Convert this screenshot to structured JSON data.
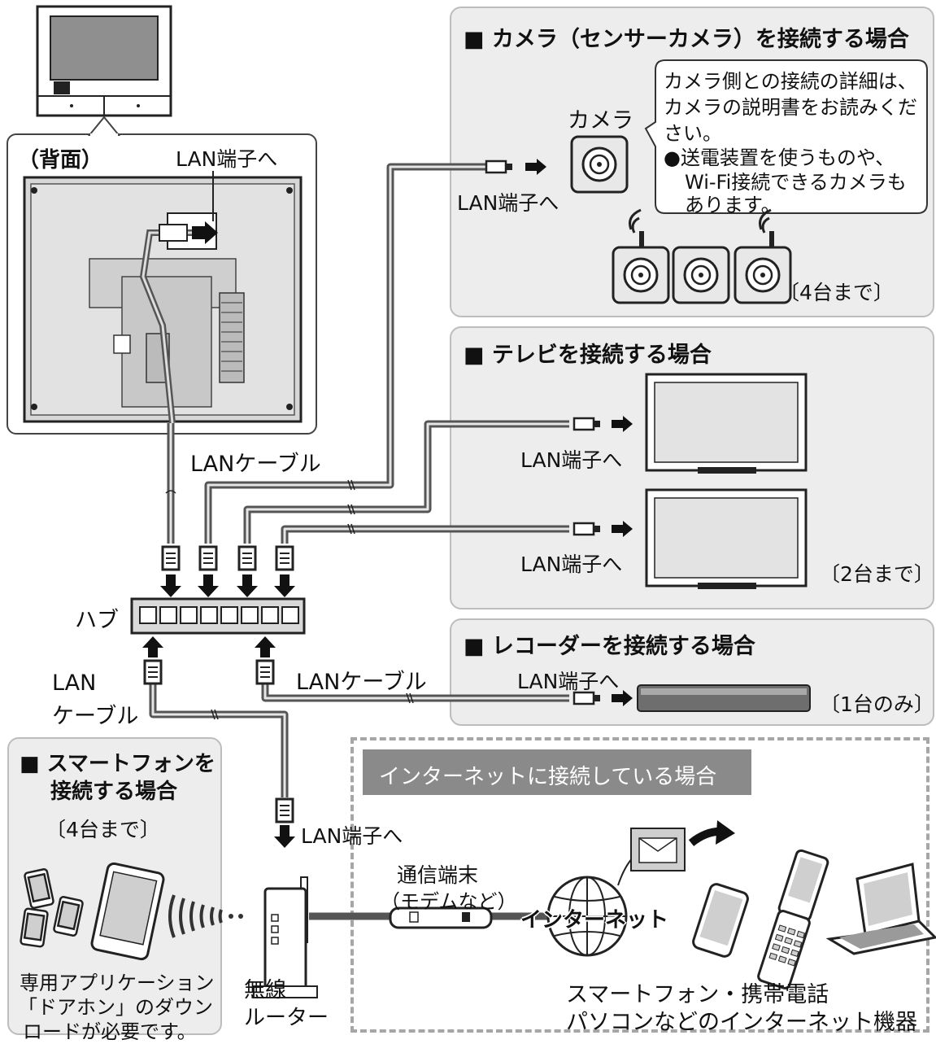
{
  "monitor": {
    "rear_label": "（背面）",
    "lan_port_label": "LAN端子へ"
  },
  "hub": {
    "label": "ハブ",
    "lan_cable_top": "LANケーブル",
    "lan_cable_right": "LANケーブル",
    "lan_cable_left_1": "LAN",
    "lan_cable_left_2": "ケーブル"
  },
  "camera_panel": {
    "title": "■ カメラ（センサーカメラ）を接続する場合",
    "camera_label": "カメラ",
    "lan_port": "LAN端子へ",
    "note_line1": "カメラ側との接続の詳細は、",
    "note_line2": "カメラの説明書をお読みくだ",
    "note_line3": "さい。",
    "note_line4": "●送電装置を使うものや、",
    "note_line5": "Wi-Fi接続できるカメラも",
    "note_line6": "あります。",
    "count": "〔4台まで〕"
  },
  "tv_panel": {
    "title": "■ テレビを接続する場合",
    "lan_port_1": "LAN端子へ",
    "lan_port_2": "LAN端子へ",
    "count": "〔2台まで〕"
  },
  "recorder_panel": {
    "title": "■ レコーダーを接続する場合",
    "lan_port": "LAN端子へ",
    "count": "〔1台のみ〕"
  },
  "smartphone_panel": {
    "title_line1": "■ スマートフォンを",
    "title_line2": "接続する場合",
    "count": "〔4台まで〕",
    "note_line1": "専用アプリケーション",
    "note_line2": "「ドアホン」のダウン",
    "note_line3": "ロードが必要です。"
  },
  "router": {
    "lan_port": "LAN端子へ",
    "label_line1": "無線",
    "label_line2": "ルーター"
  },
  "internet_panel": {
    "banner": "インターネットに接続している場合",
    "modem_line1": "通信端末",
    "modem_line2": "（モデムなど）",
    "internet_label": "インターネット",
    "devices_line1": "スマートフォン・携帯電話",
    "devices_line2": "パソコンなどのインターネット機器"
  },
  "colors": {
    "panel_bg": "#ededed",
    "panel_border": "#bdbdbd",
    "banner_bg": "#8a8a8a",
    "cable": "#555555"
  },
  "icons": [
    "monitor-icon",
    "camera-icon",
    "wifi-camera-icon",
    "tv-icon",
    "recorder-icon",
    "hub-icon",
    "router-icon",
    "modem-icon",
    "globe-icon",
    "mail-icon",
    "smartphone-icon",
    "tablet-icon",
    "flip-phone-icon",
    "laptop-icon",
    "wifi-waves-icon",
    "arrow-icon",
    "lan-plug-icon"
  ]
}
